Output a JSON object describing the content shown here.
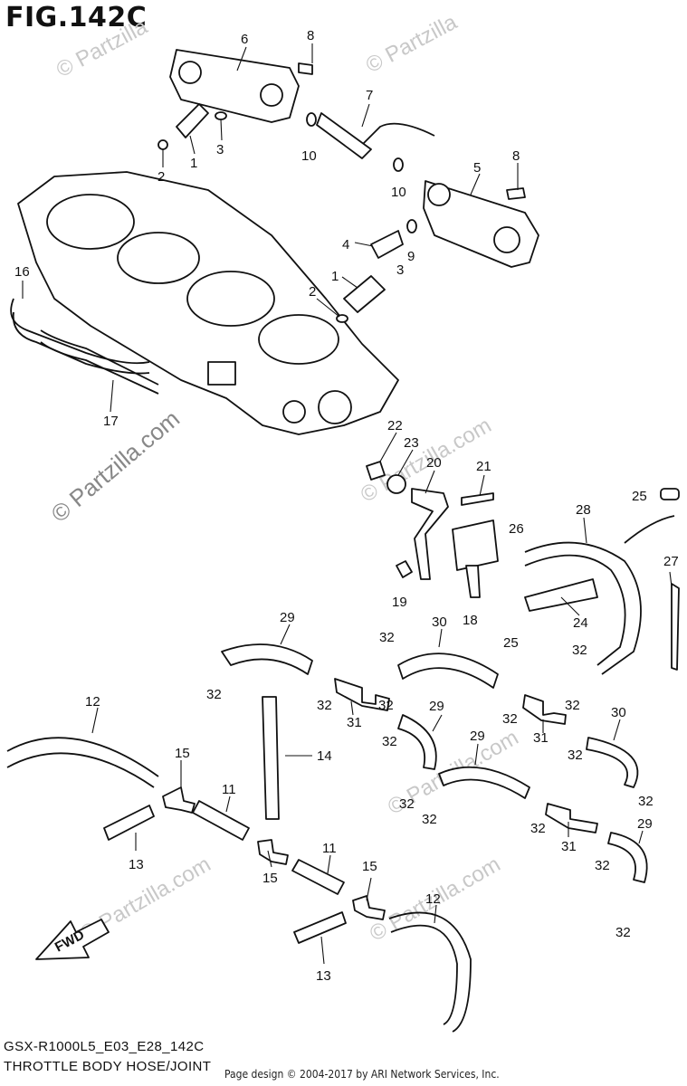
{
  "figure": {
    "title": "FIG.142C",
    "model_code": "GSX-R1000L5_E03_E28_142C",
    "section_name": "THROTTLE BODY HOSE/JOINT",
    "credit": "Page design © 2004-2017 by ARI Network Services, Inc.",
    "fwd_label": "FWD"
  },
  "watermarks": [
    "© Partzilla",
    "© Partzilla",
    "© Partzilla.com",
    "© Partzilla.com",
    "© Partzilla.com",
    "© Partzilla.com",
    "© Partzilla.com"
  ],
  "callouts": [
    "8",
    "6",
    "7",
    "1",
    "3",
    "2",
    "10",
    "10",
    "5",
    "8",
    "4",
    "9",
    "3",
    "1",
    "2",
    "16",
    "17",
    "22",
    "23",
    "20",
    "21",
    "26",
    "28",
    "25",
    "27",
    "19",
    "18",
    "24",
    "25",
    "29",
    "30",
    "32",
    "32",
    "32",
    "32",
    "32",
    "32",
    "31",
    "29",
    "31",
    "32",
    "32",
    "30",
    "12",
    "15",
    "14",
    "29",
    "32",
    "32",
    "32",
    "32",
    "11",
    "32",
    "13",
    "31",
    "29",
    "15",
    "11",
    "15",
    "32",
    "12",
    "13",
    "32"
  ]
}
